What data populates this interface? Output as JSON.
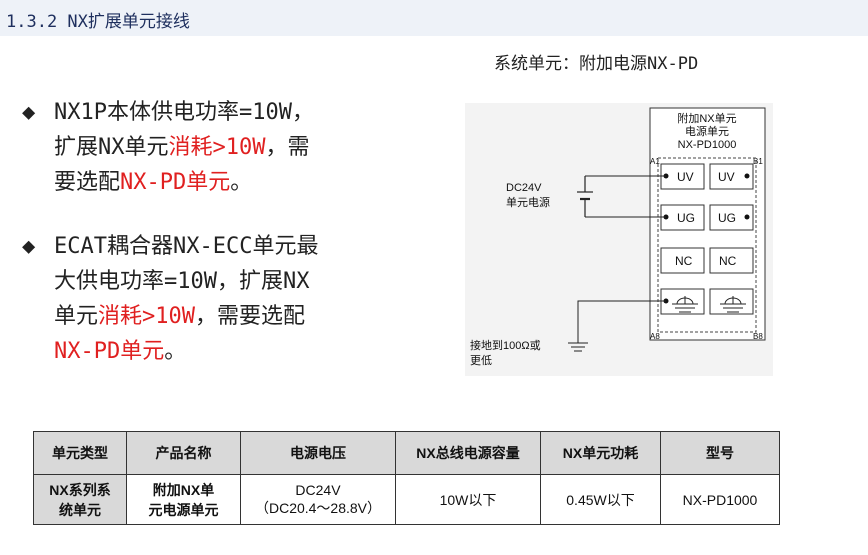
{
  "header": {
    "section_title": "1.3.2 NX扩展单元接线"
  },
  "subtitle": "系统单元：附加电源NX-PD",
  "bullets": [
    {
      "l1": "NX1P本体供电功率=10W，",
      "l2a": "扩展NX单元",
      "l2b": "消耗>10W",
      "l2c": "，需",
      "l3a": "要选配",
      "l3b": "NX-PD单元",
      "l3c": "。"
    },
    {
      "l1": "ECAT耦合器NX-ECC单元最",
      "l2": "大供电功率=10W，扩展NX",
      "l3a": "单元",
      "l3b": "消耗>10W",
      "l3c": "，需要选配",
      "l4a": "NX-PD单元",
      "l4b": "。"
    }
  ],
  "diagram": {
    "title1": "附加NX单元",
    "title2": "电源单元",
    "title3": "NX-PD1000",
    "a1": "A1",
    "b1": "B1",
    "a8": "A8",
    "b8": "B8",
    "uv": "UV",
    "ug": "UG",
    "nc": "NC",
    "supply1": "DC24V",
    "supply2": "单元电源",
    "ground1": "接地到100Ω或",
    "ground2": "更低"
  },
  "table": {
    "headers": [
      "单元类型",
      "产品名称",
      "电源电压",
      "NX总线电源容量",
      "NX单元功耗",
      "型号"
    ],
    "row": {
      "type1": "NX系列系",
      "type2": "统单元",
      "name1": "附加NX单",
      "name2": "元电源单元",
      "voltage1": "DC24V",
      "voltage2": "（DC20.4～28.8V）",
      "capacity": "10W以下",
      "consumption": "0.45W以下",
      "model": "NX-PD1000"
    }
  },
  "colors": {
    "accent_red": "#e02020",
    "title_blue": "#1e2f5e",
    "header_bg": "#eef2f8"
  }
}
